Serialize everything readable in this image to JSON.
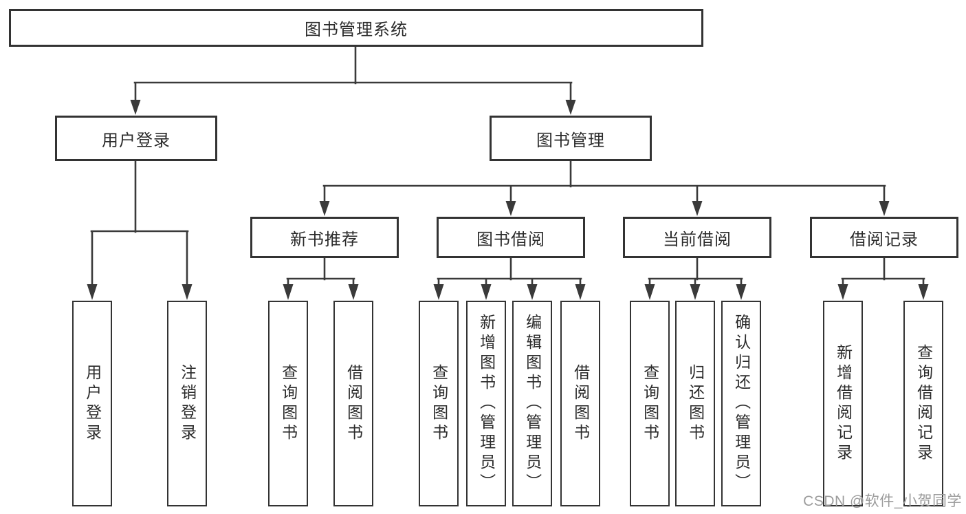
{
  "tree": {
    "root": {
      "label": "图书管理系统",
      "children": [
        {
          "label": "用户登录",
          "children": [
            {
              "label": "用户登录"
            },
            {
              "label": "注销登录"
            }
          ]
        },
        {
          "label": "图书管理",
          "children": [
            {
              "label": "新书推荐",
              "children": [
                {
                  "label": "查询图书"
                },
                {
                  "label": "借阅图书"
                }
              ]
            },
            {
              "label": "图书借阅",
              "children": [
                {
                  "label": "查询图书"
                },
                {
                  "label": "新增图书（管理员）"
                },
                {
                  "label": "编辑图书（管理员）"
                },
                {
                  "label": "借阅图书"
                }
              ]
            },
            {
              "label": "当前借阅",
              "children": [
                {
                  "label": "查询图书"
                },
                {
                  "label": "归还图书"
                },
                {
                  "label": "确认归还（管理员）"
                }
              ]
            },
            {
              "label": "借阅记录",
              "children": [
                {
                  "label": "新增借阅记录"
                },
                {
                  "label": "查询借阅记录"
                }
              ]
            }
          ]
        }
      ]
    }
  },
  "watermark": {
    "text": "CSDN @软件_小贺同学"
  },
  "colors": {
    "line": "#3a3a3a",
    "border": "#333333",
    "text": "#2b2b2b",
    "watermark": "#9c9c9c",
    "background": "#ffffff"
  }
}
